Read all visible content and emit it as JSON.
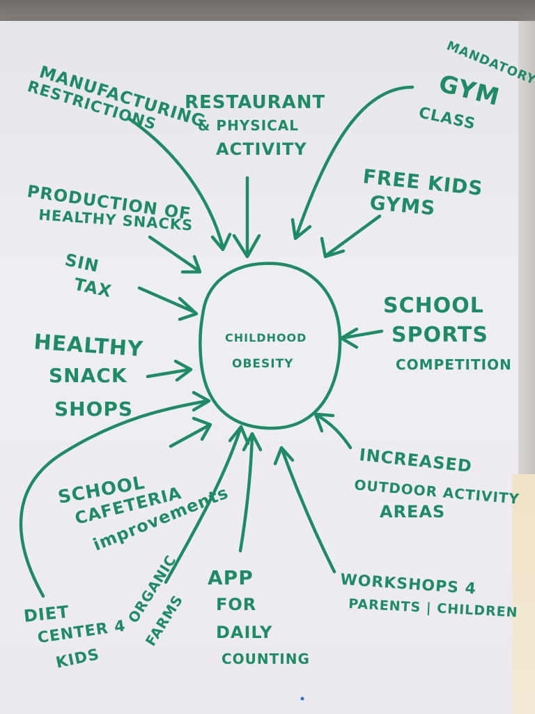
{
  "center": {
    "line1": "CHILDHOOD",
    "line2": "OBESITY"
  },
  "ideas": {
    "manufacturing": {
      "line1": "MANUFACTURING",
      "line2": "RESTRICTIONS"
    },
    "restaurant": {
      "line1": "RESTAURANT",
      "line2": "& PHYSICAL",
      "line3": "ACTIVITY"
    },
    "gym": {
      "line1": "MANDATORY",
      "line2": "GYM",
      "line3": "CLASS"
    },
    "free_kids": {
      "line1": "FREE KIDS",
      "line2": "GYMS"
    },
    "production": {
      "line1": "PRODUCTION OF",
      "line2": "HEALTHY SNACKS"
    },
    "sin_tax": {
      "line1": "SIN",
      "line2": "TAX"
    },
    "school_sports": {
      "line1": "SCHOOL",
      "line2": "SPORTS",
      "line3": "COMPETITION"
    },
    "healthy_snack": {
      "line1": "HEALTHY",
      "line2": "SNACK",
      "line3": "SHOPS"
    },
    "outdoor": {
      "line1": "INCREASED",
      "line2": "OUTDOOR ACTIVITY",
      "line3": "AREAS"
    },
    "cafeteria": {
      "line1": "SCHOOL",
      "line2": "CAFETERIA",
      "line3": "improvements"
    },
    "diet": {
      "line1": "DIET",
      "line2": "CENTER 4",
      "line3": "KIDS"
    },
    "organic": {
      "line1": "ORGANIC",
      "line2": "FARMS"
    },
    "app": {
      "line1": "APP",
      "line2": "FOR",
      "line3": "DAILY",
      "line4": "COUNTING"
    },
    "workshops": {
      "line1": "WORKSHOPS 4",
      "line2": "PARENTS | CHILDREN"
    }
  },
  "colors": {
    "ink": "#1f8a68",
    "paper": "#eceaee"
  }
}
